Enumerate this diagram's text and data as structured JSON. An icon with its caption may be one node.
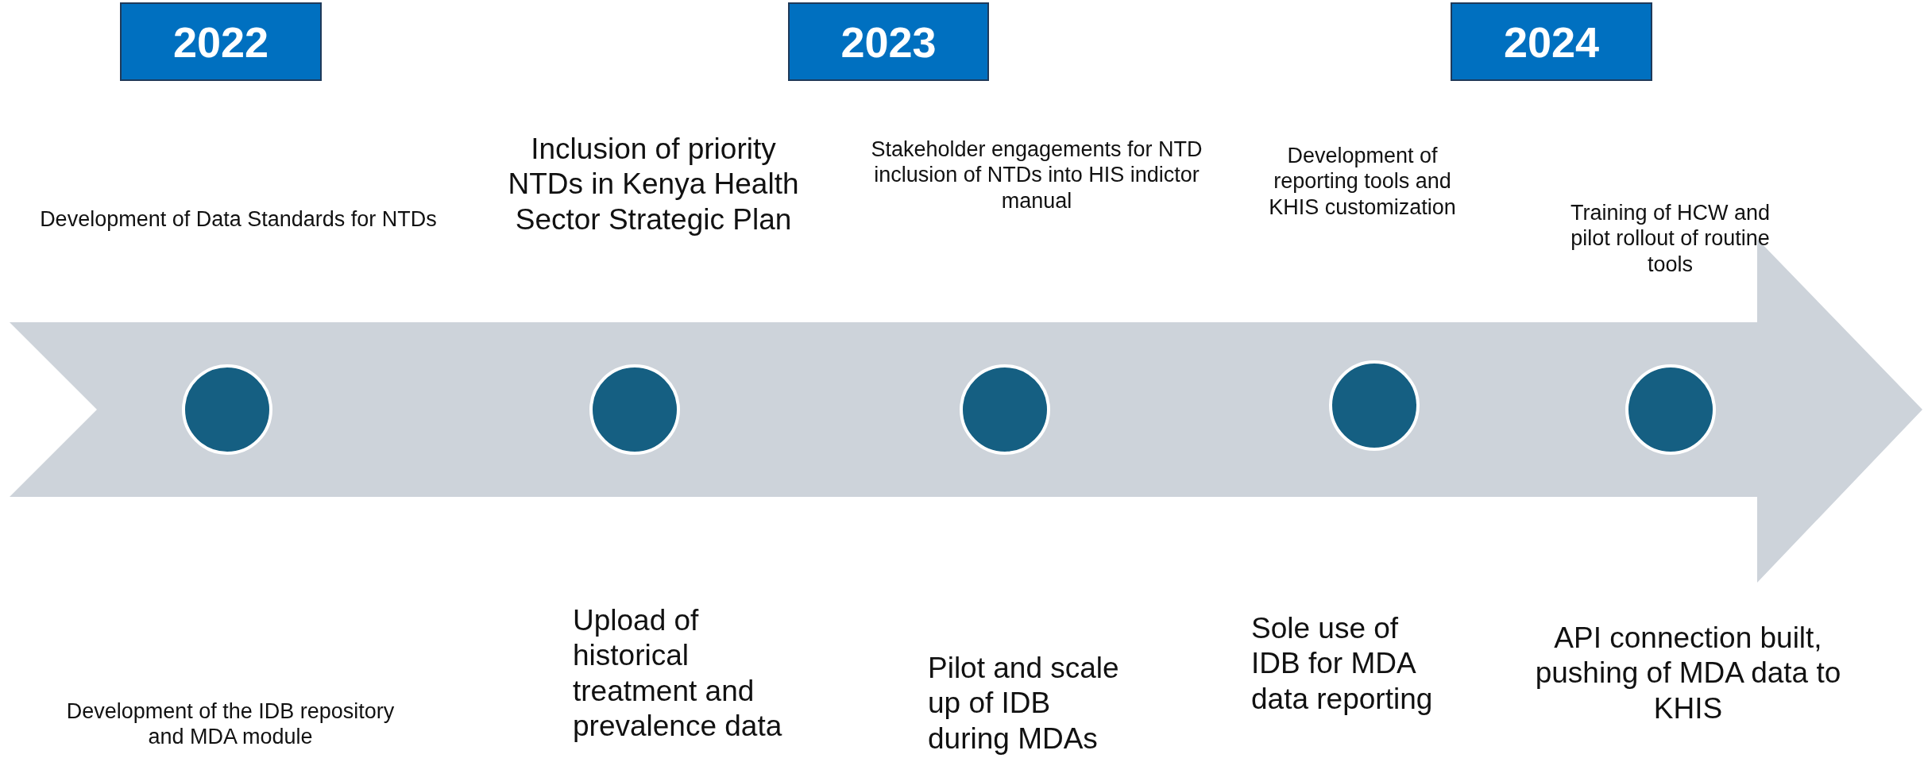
{
  "diagram": {
    "nodes": [
      {
        "text": [
          "2022"
        ]
      },
      {
        "text": [
          "2023"
        ]
      },
      {
        "text": [
          "2024"
        ]
      },
      {
        "text": [],
        "shape": "circle"
      },
      {
        "text": [],
        "shape": "circle"
      },
      {
        "text": [],
        "shape": "circle"
      },
      {
        "text": [],
        "shape": "circle"
      },
      {
        "text": [],
        "shape": "circle"
      }
    ],
    "labels": [
      "Development of Data Standards for NTDs",
      "Inclusion of priority NTDs in  Kenya Health Sector Strategic Plan",
      "Stakeholder engagements for NTD inclusion of NTDs into HIS indictor manual",
      "Development of reporting tools and KHIS customization",
      "Training of HCW and pilot rollout of routine tools",
      "Development of the IDB repository and MDA module",
      "Upload of historical treatment and prevalence data",
      "Pilot and scale up of IDB during MDAs",
      "Sole use of IDB for MDA data reporting",
      "API connection built, pushing of MDA data to KHIS"
    ]
  }
}
